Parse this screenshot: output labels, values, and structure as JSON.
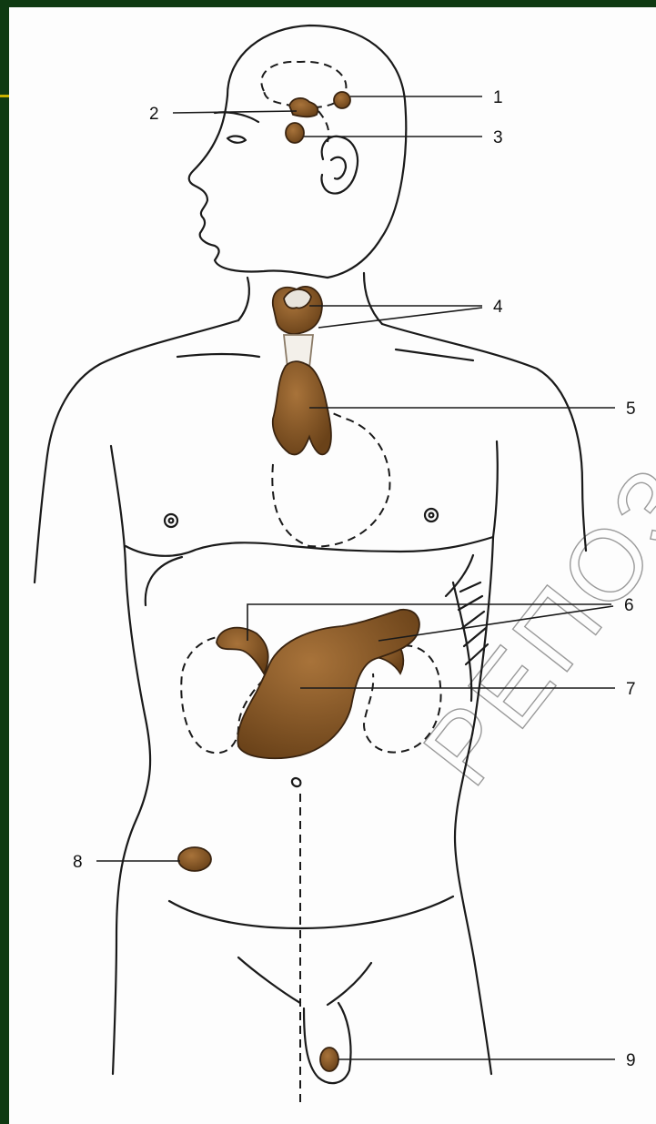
{
  "diagram": {
    "labels": [
      {
        "id": "1",
        "text": "1"
      },
      {
        "id": "2",
        "text": "2"
      },
      {
        "id": "3",
        "text": "3"
      },
      {
        "id": "4",
        "text": "4"
      },
      {
        "id": "5",
        "text": "5"
      },
      {
        "id": "6",
        "text": "6"
      },
      {
        "id": "7",
        "text": "7"
      },
      {
        "id": "8",
        "text": "8"
      },
      {
        "id": "9",
        "text": "9"
      }
    ],
    "watermark": "РЕПОЗ",
    "colors": {
      "background_border": "#0f3a12",
      "gland_fill": "#8a5a2b",
      "gland_dark": "#5a3a1a",
      "outline": "#1a1a1a"
    }
  }
}
